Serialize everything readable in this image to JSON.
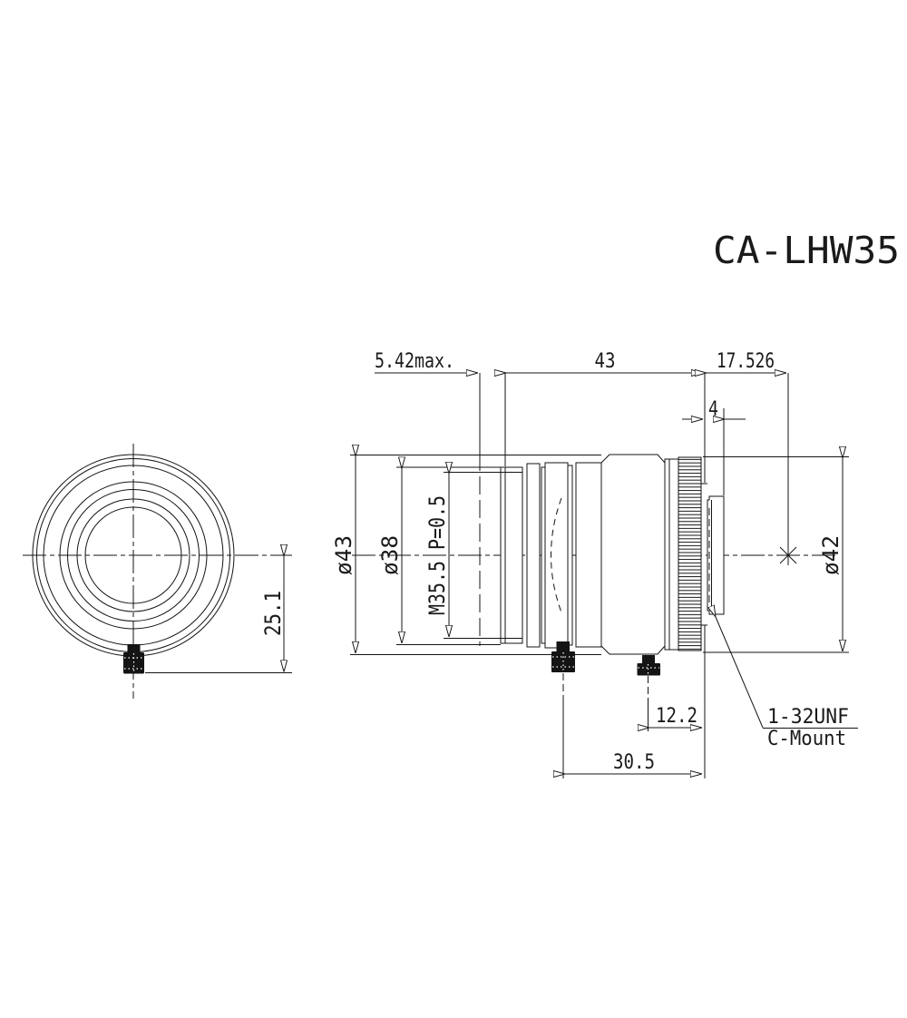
{
  "title": "CA-LHW35",
  "drawing": {
    "dims": {
      "front_protrusion": "5.42max.",
      "body_length": "43",
      "flange_focal": "17.526",
      "thread_length": "4",
      "outer_dia": "ø43",
      "front_dia": "ø38",
      "filter_thread": "M35.5 P=0.5",
      "ring_dia": "ø42",
      "center_to_screw": "25.1",
      "rear_screw_offset": "12.2",
      "front_screw_offset": "30.5"
    },
    "mount": {
      "thread": "1-32UNF",
      "type": "C-Mount"
    },
    "colors": {
      "line": "#141414",
      "text": "#1a1a1a",
      "background": "#ffffff"
    }
  }
}
